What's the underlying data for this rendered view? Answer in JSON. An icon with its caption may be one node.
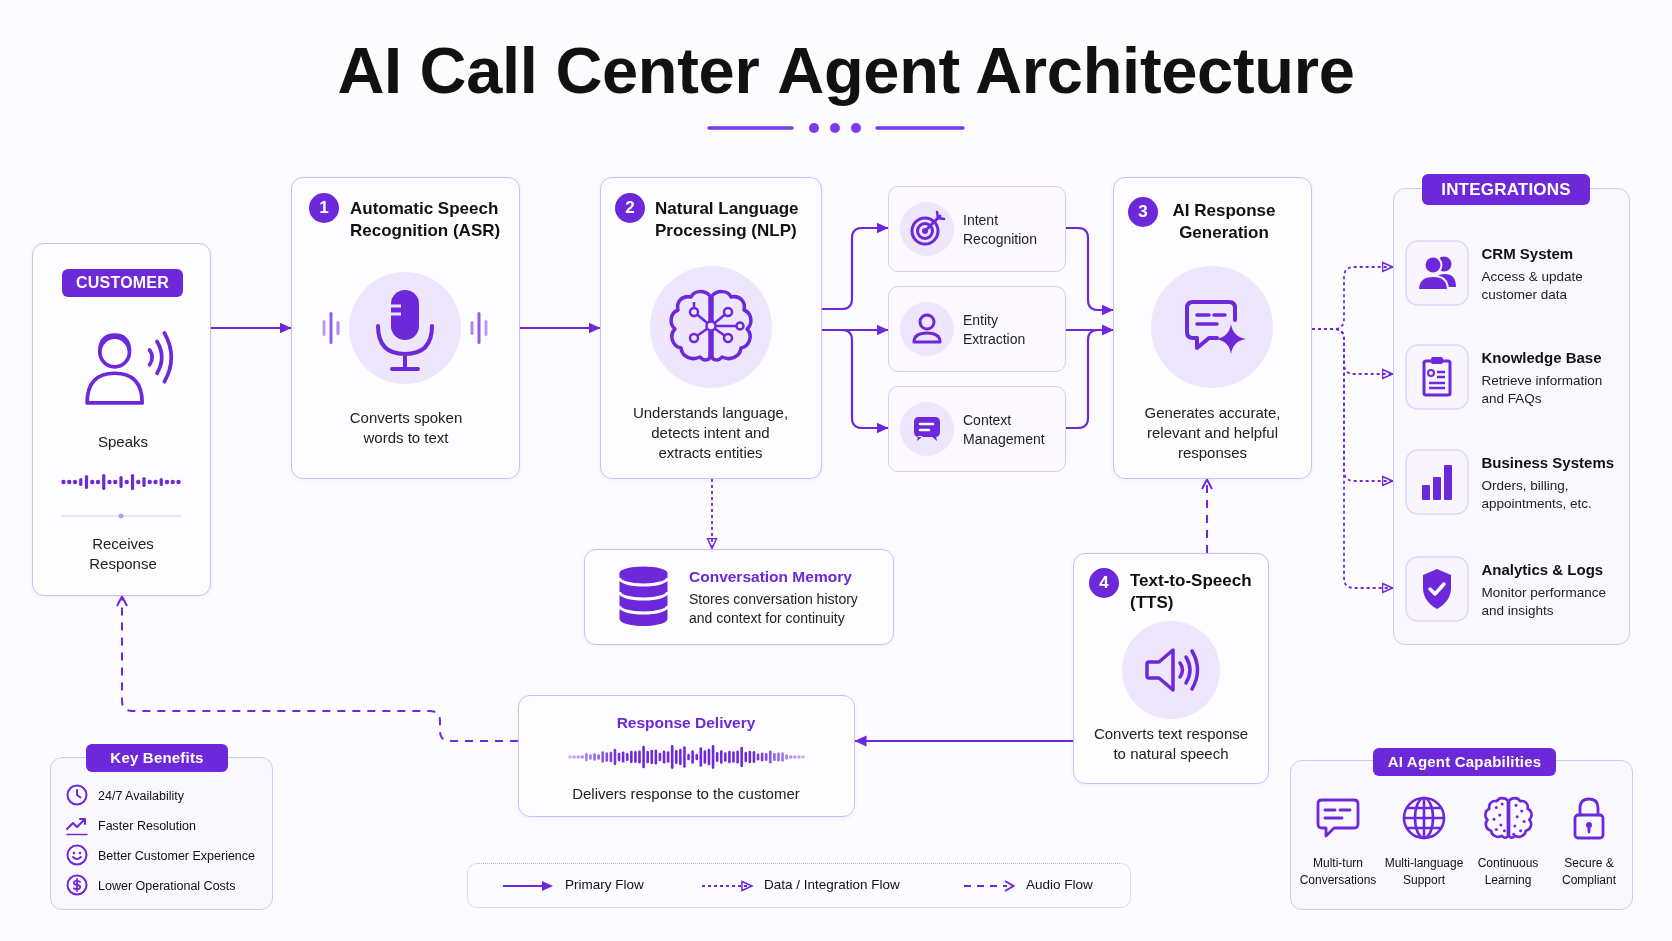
{
  "diagram": {
    "title": "AI Call Center **Agent Architecture**",
    "nodes": [
      {
        "text": [
          "CUSTOMER",
          "Speaks",
          "Receives Response"
        ]
      },
      {
        "text": [
          "1",
          "Automatic Speech Recognition (ASR)",
          "Converts spoken words to text"
        ]
      },
      {
        "text": [
          "2",
          "Natural Language Processing (NLP)",
          "Understands language, detects intent and extracts entities"
        ]
      },
      {
        "text": [
          "Intent Recognition"
        ]
      },
      {
        "text": [
          "Entity Extraction"
        ]
      },
      {
        "text": [
          "Context Management"
        ]
      },
      {
        "text": [
          "3",
          "AI Response Generation",
          "Generates accurate, relevant and helpful responses"
        ]
      },
      {
        "text": [
          "INTEGRATIONS"
        ]
      },
      {
        "text": [
          "CRM System",
          "Access & update customer data"
        ],
        "in": 7
      },
      {
        "text": [
          "Knowledge Base",
          "Retrieve information and FAQs"
        ],
        "in": 7
      },
      {
        "text": [
          "Business Systems",
          "Orders, billing, appointments, etc."
        ],
        "in": 7
      },
      {
        "text": [
          "Analytics & Logs",
          "Monitor performance and insights"
        ],
        "in": 7
      },
      {
        "text": [
          "Conversation Memory",
          "Stores conversation history and context for continuity"
        ]
      },
      {
        "text": [
          "4",
          "Text-to-Speech (TTS)",
          "Converts text response to natural speech"
        ]
      },
      {
        "text": [
          "Response Delivery",
          "Delivers response to the customer"
        ]
      },
      {
        "text": [
          "Key Benefits",
          "24/7 Availability",
          "Faster Resolution",
          "Better Customer Experience",
          "Lower Operational Costs"
        ]
      },
      {
        "text": [
          "AI Agent Capabilities",
          "Multi-turn Conversations",
          "Multi-language Support",
          "Continuous Learning",
          "Secure & Compliant"
        ]
      }
    ],
    "edges": [
      {
        "from": 0,
        "to": 1,
        "arrow": "to"
      },
      {
        "from": 1,
        "to": 2,
        "arrow": "to"
      },
      {
        "from": 2,
        "to": 3,
        "arrow": "to"
      },
      {
        "from": 2,
        "to": 4,
        "arrow": "to"
      },
      {
        "from": 2,
        "to": 5,
        "arrow": "to"
      },
      {
        "from": 3,
        "to": 6,
        "arrow": "to"
      },
      {
        "from": 4,
        "to": 6,
        "arrow": "to"
      },
      {
        "from": 5,
        "to": 6,
        "arrow": "to"
      },
      {
        "from": 6,
        "to": 8,
        "arrow": "to",
        "style": "dashed"
      },
      {
        "from": 6,
        "to": 9,
        "arrow": "to",
        "style": "dashed"
      },
      {
        "from": 6,
        "to": 10,
        "arrow": "to",
        "style": "dashed"
      },
      {
        "from": 6,
        "to": 11,
        "arrow": "to",
        "style": "dashed"
      },
      {
        "from": 2,
        "to": 12,
        "arrow": "to",
        "style": "dashed"
      },
      {
        "from": 13,
        "to": 6,
        "arrow": "to",
        "style": "dashed"
      },
      {
        "from": 13,
        "to": 14,
        "arrow": "to"
      },
      {
        "from": 14,
        "to": 0,
        "arrow": "to",
        "style": "dashed"
      }
    ],
    "legend": [
      {
        "text": "Primary Flow"
      },
      {
        "text": "Data / Integration Flow"
      },
      {
        "text": "Audio Flow"
      }
    ]
  }
}
